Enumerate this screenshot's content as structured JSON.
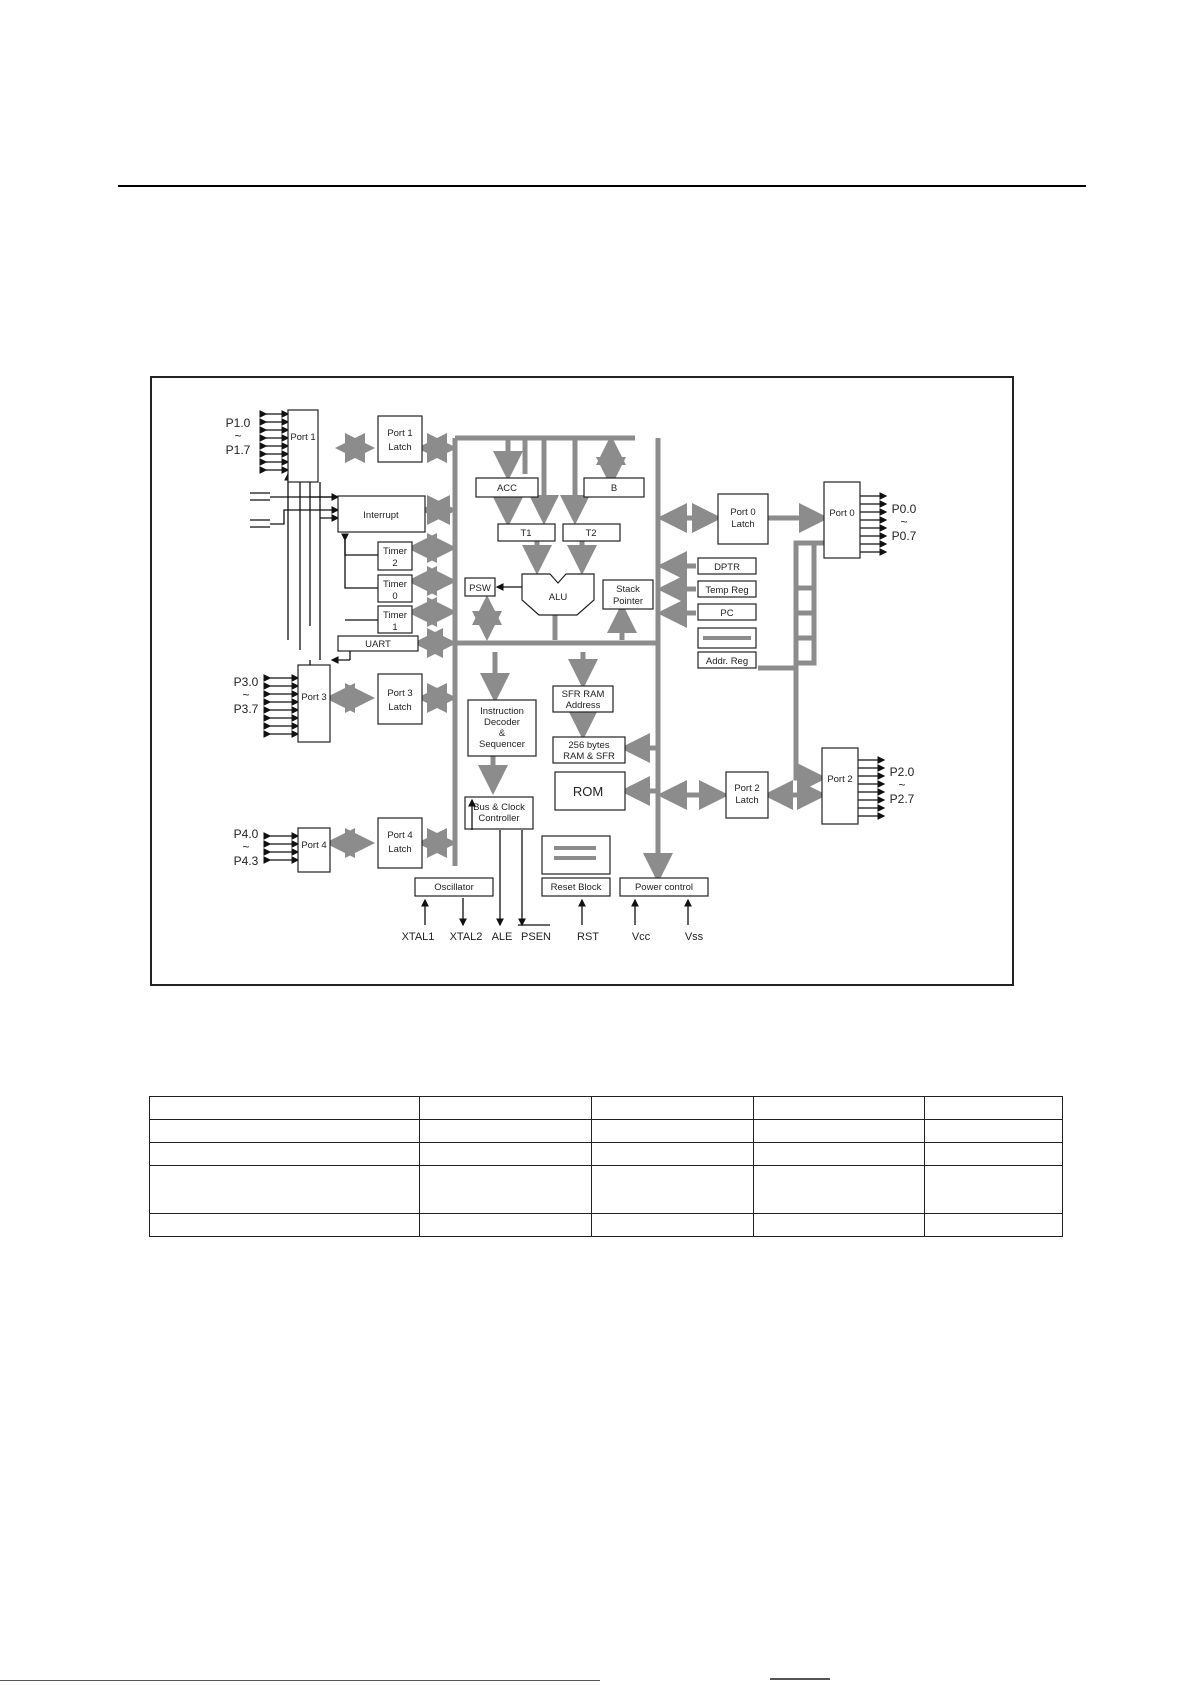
{
  "diagram": {
    "blocks": {
      "port1": "Port 1",
      "port1_latch": [
        "Port 1",
        "Latch"
      ],
      "interrupt": "Interrupt",
      "timer2": [
        "Timer",
        "2"
      ],
      "timer0": [
        "Timer",
        "0"
      ],
      "timer1": [
        "Timer",
        "1"
      ],
      "uart": "UART",
      "port3": "Port 3",
      "port3_latch": [
        "Port 3",
        "Latch"
      ],
      "port4": "Port 4",
      "port4_latch": [
        "Port 4",
        "Latch"
      ],
      "acc": "ACC",
      "b": "B",
      "t1": "T1",
      "t2": "T2",
      "psw": "PSW",
      "alu": "ALU",
      "stack_pointer": [
        "Stack",
        "Pointer"
      ],
      "instruction_decoder": [
        "Instruction",
        "Decoder",
        "&",
        "Sequencer"
      ],
      "sfr_ram_address": [
        "SFR RAM",
        "Address"
      ],
      "ram_sfr": [
        "256 bytes",
        "RAM & SFR"
      ],
      "rom": "ROM",
      "bus_clock": [
        "Bus & Clock",
        "Controller"
      ],
      "oscillator": "Oscillator",
      "reset_block": "Reset Block",
      "power_control": "Power control",
      "port0_latch": [
        "Port 0",
        "Latch"
      ],
      "port0": "Port 0",
      "dptr": "DPTR",
      "temp_reg": "Temp Reg",
      "pc": "PC",
      "addr_reg": "Addr. Reg",
      "port2_latch": [
        "Port 2",
        "Latch"
      ],
      "port2": "Port 2"
    },
    "pins": {
      "p1_top": "P1.0",
      "p1_bottom": "P1.7",
      "p3_top": "P3.0",
      "p3_bottom": "P3.7",
      "p4_top": "P4.0",
      "p4_bottom": "P4.3",
      "p0_top": "P0.0",
      "p0_bottom": "P0.7",
      "p2_top": "P2.0",
      "p2_bottom": "P2.7",
      "tilde": "~",
      "xtal1": "XTAL1",
      "xtal2": "XTAL2",
      "ale": "ALE",
      "psen": "PSEN",
      "rst": "RST",
      "vcc": "Vcc",
      "vss": "Vss"
    }
  },
  "table": {
    "rows": 5,
    "columns": 5
  }
}
